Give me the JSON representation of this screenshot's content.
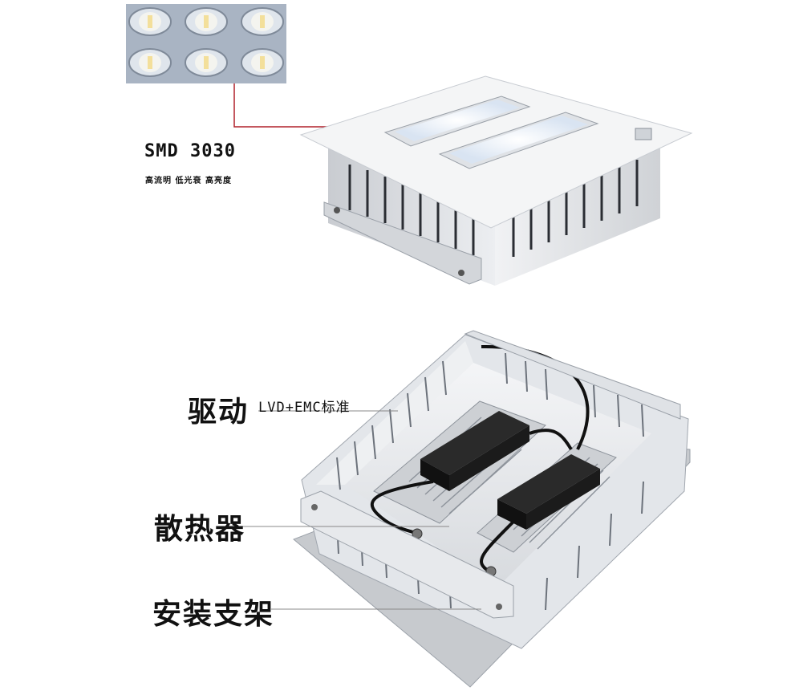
{
  "callouts": {
    "led": {
      "title": "SMD 3030",
      "subtitle": "高流明 低光衰 高亮度"
    },
    "driver": {
      "label": "驱动",
      "standard": "LVD+EMC标准"
    },
    "heatsink": {
      "label": "散热器"
    },
    "mount": {
      "label": "安装支架"
    }
  },
  "colors": {
    "callout_line": "#b0202a",
    "leader_line": "#888888",
    "housing": "#e8eaed",
    "driver": "#1d1d1d",
    "heatsink": "#c9ccd1"
  }
}
